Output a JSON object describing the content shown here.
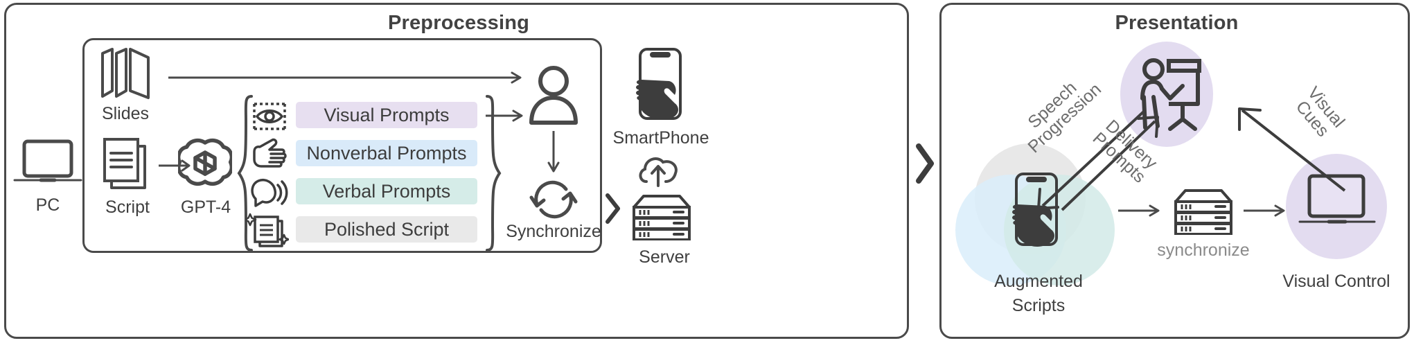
{
  "diagram": {
    "panels": [
      {
        "id": "preprocessing",
        "title": "Preprocessing"
      },
      {
        "id": "presentation",
        "title": "Presentation"
      }
    ]
  },
  "preprocessing": {
    "title": "Preprocessing",
    "pc_label": "PC",
    "slides_label": "Slides",
    "script_label": "Script",
    "model_label": "GPT-4",
    "person_label": "",
    "synchronize_label": "Synchronize",
    "smartphone_label": "SmartPhone",
    "server_label": "Server",
    "prompts": [
      {
        "label": "Visual Prompts",
        "icon": "eye-icon",
        "color": "#e7dff0"
      },
      {
        "label": "Nonverbal Prompts",
        "icon": "hand-icon",
        "color": "#d9eaf9"
      },
      {
        "label": "Verbal Prompts",
        "icon": "speech-icon",
        "color": "#d5ece8"
      },
      {
        "label": "Polished Script",
        "icon": "sparkle-doc-icon",
        "color": "#e9e9e9"
      }
    ]
  },
  "presentation": {
    "title": "Presentation",
    "presenter_label": "",
    "augmented_scripts_label_line1": "Augmented",
    "augmented_scripts_label_line2": "Scripts",
    "visual_control_label": "Visual Control",
    "synchronize_label": "synchronize",
    "arrows": [
      {
        "name": "speech-progression",
        "line1": "Speech",
        "line2": "Progression"
      },
      {
        "name": "delivery-prompts",
        "line1": "Delivery",
        "line2": "Prompts"
      },
      {
        "name": "visual-cues",
        "line1": "Visual",
        "line2": "Cues"
      }
    ],
    "blob_colors": {
      "presenter": "#e3dcf0",
      "grey": "#e8e8e8",
      "blue": "#d9edfa",
      "teal": "#d2eae7",
      "visual_control": "#e3dcf0"
    }
  },
  "colors": {
    "stroke": "#4a4a4a",
    "text": "#3f3f3f",
    "muted": "#8a8a8a"
  }
}
